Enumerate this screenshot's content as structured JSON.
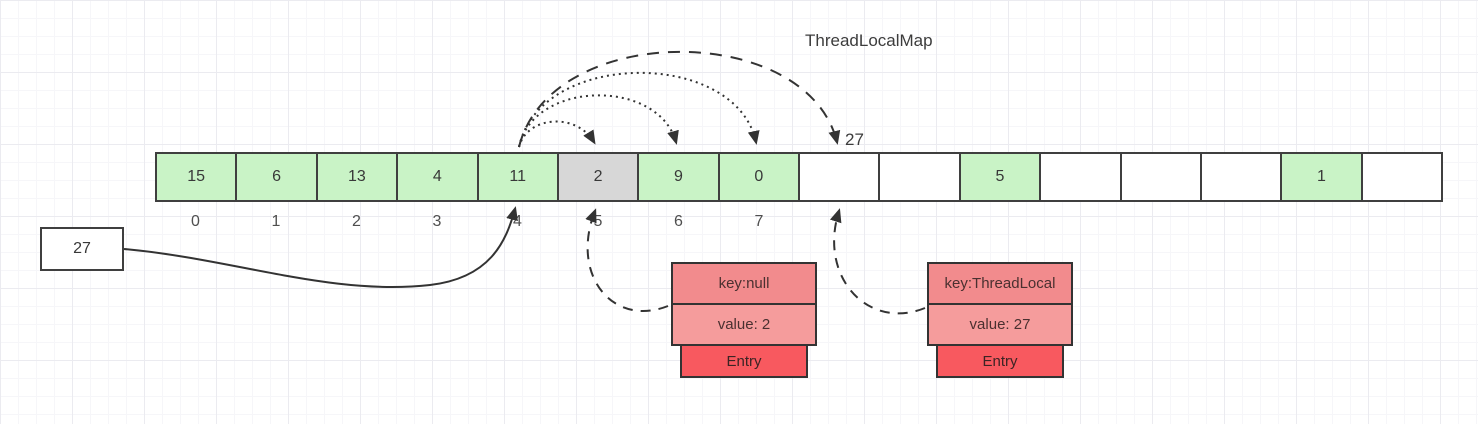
{
  "title": "ThreadLocalMap",
  "array": {
    "cells": [
      {
        "value": "15",
        "state": "filled"
      },
      {
        "value": "6",
        "state": "filled"
      },
      {
        "value": "13",
        "state": "filled"
      },
      {
        "value": "4",
        "state": "filled"
      },
      {
        "value": "11",
        "state": "filled"
      },
      {
        "value": "2",
        "state": "stale"
      },
      {
        "value": "9",
        "state": "filled"
      },
      {
        "value": "0",
        "state": "filled"
      },
      {
        "value": "",
        "state": "empty"
      },
      {
        "value": "",
        "state": "empty"
      },
      {
        "value": "5",
        "state": "filled"
      },
      {
        "value": "",
        "state": "empty"
      },
      {
        "value": "",
        "state": "empty"
      },
      {
        "value": "",
        "state": "empty"
      },
      {
        "value": "1",
        "state": "filled"
      },
      {
        "value": "",
        "state": "empty"
      }
    ],
    "index_labels": [
      "0",
      "1",
      "2",
      "3",
      "4",
      "5",
      "6",
      "7"
    ],
    "probe_target_label": "27"
  },
  "incoming_value_box": {
    "label": "27"
  },
  "entries": [
    {
      "key": "key:null",
      "value": "value: 2",
      "tag": "Entry"
    },
    {
      "key": "key:ThreadLocal",
      "value": "value: 27",
      "tag": "Entry"
    }
  ],
  "colors": {
    "cell_filled": "#c9f3c6",
    "cell_stale": "#d7d7d7",
    "cell_empty": "#ffffff",
    "entry_key": "#f28b8d",
    "entry_value": "#f59c9c",
    "entry_tag": "#f8595f",
    "line": "#333333",
    "border": "#3f3f3f"
  }
}
